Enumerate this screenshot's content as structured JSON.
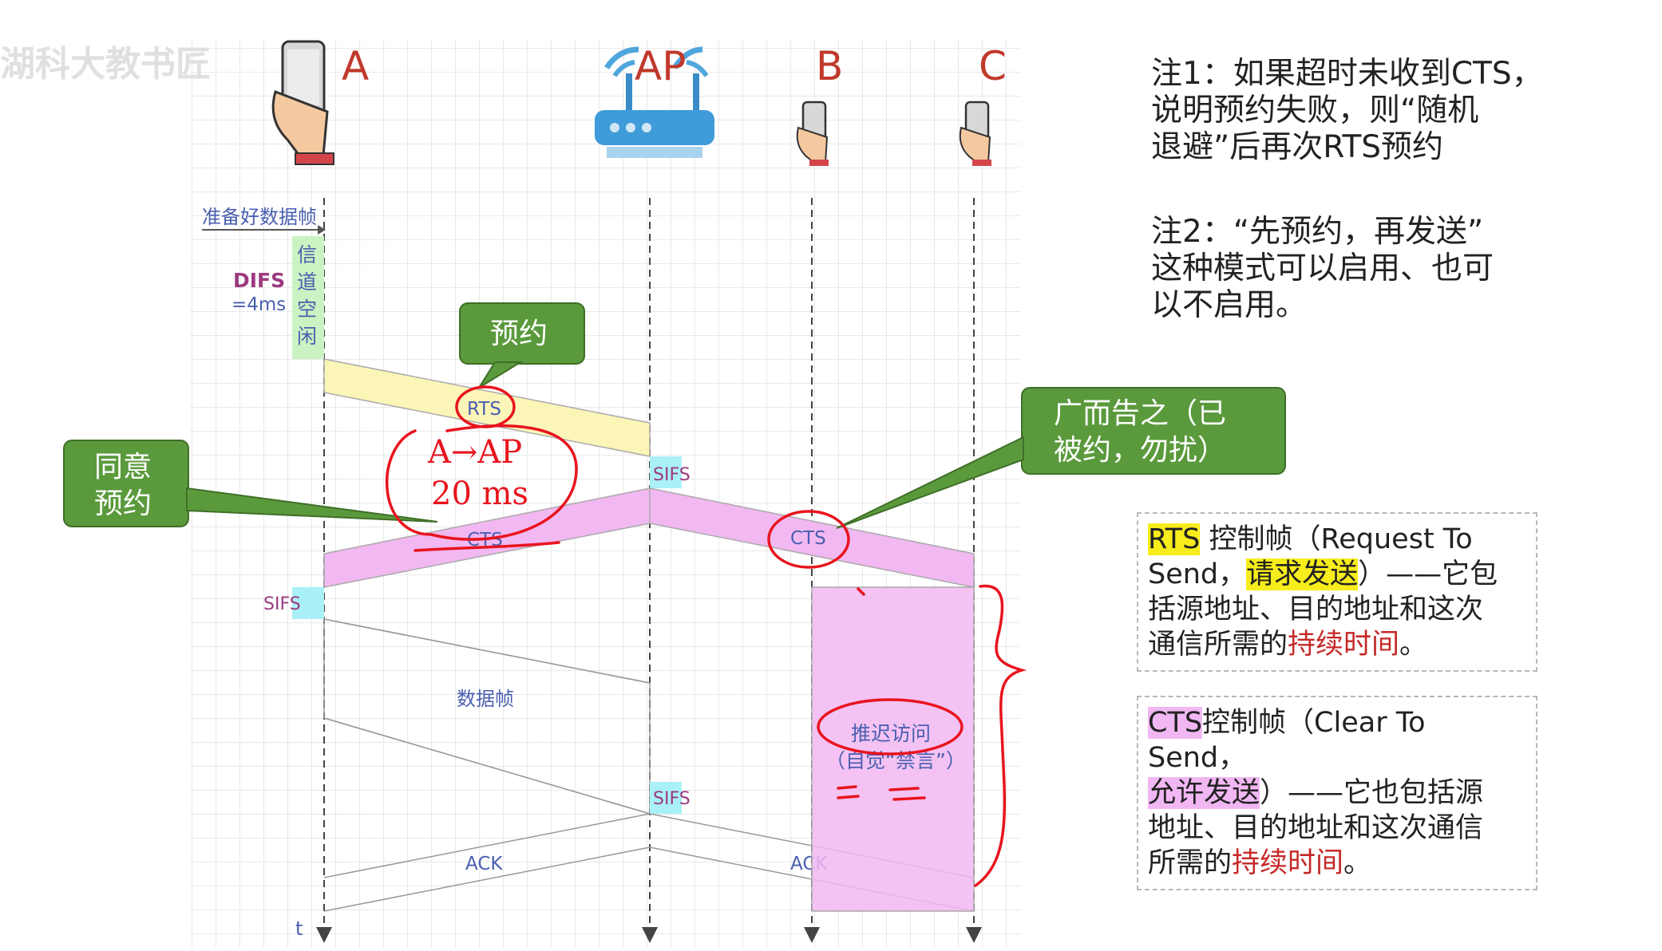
{
  "watermark": "湖科大教书匠",
  "stations": {
    "a": "A",
    "ap": "AP",
    "b": "B",
    "c": "C",
    "time_axis": "t"
  },
  "left_labels": {
    "ready": "准备好数据帧",
    "difs": "DIFS",
    "difs_value": "=4ms",
    "idle": [
      "信",
      "道",
      "空",
      "闲"
    ],
    "sifs": "SIFS"
  },
  "frames": {
    "rts": "RTS",
    "cts": "CTS",
    "data": "数据帧",
    "ack": "ACK",
    "sifs": "SIFS",
    "defer": "推迟访问",
    "defer_note": "（自觉“禁言”）"
  },
  "callouts": {
    "reserve": "预约",
    "agree": [
      "同意",
      "预约"
    ],
    "broadcast": [
      "广而告之（已",
      "被约，勿扰）"
    ]
  },
  "handwriting": {
    "line1": "A→AP",
    "line2": "20 ms"
  },
  "notes": {
    "note1": [
      "注1：如果超时未收到CTS，",
      "说明预约失败，则“随机",
      "退避”后再次RTS预约"
    ],
    "note2": [
      "注2：“先预约，再发送”",
      "这种模式可以启用、也可",
      "以不启用。"
    ]
  },
  "rts_def": {
    "term": "RTS",
    "a": " 控制帧（Request To",
    "b": "Send，",
    "hl": "请求发送",
    "c": "）——它包",
    "d": "括源地址、目的地址和这次",
    "e": "通信所需的",
    "dur": "持续时间",
    "f": "。"
  },
  "cts_def": {
    "term": "CTS",
    "a": "控制帧（Clear To Send，",
    "hl": "允许发送",
    "b": "）——它也包括源",
    "c": "地址、目的地址和这次通信",
    "d": "所需的",
    "dur": "持续时间",
    "e": "。"
  },
  "colors": {
    "grid": "#e2e2e2",
    "rts_band": "#fbf6b8",
    "cts_band": "#f2b8f2",
    "sifs": "#a9f1f6",
    "difs_idle": "#caf2c2",
    "callout_green": "#5a9a3c",
    "ink_red": "#e8141e",
    "text_blue": "#4a5fb0",
    "label_purple": "#9c3a7e"
  }
}
